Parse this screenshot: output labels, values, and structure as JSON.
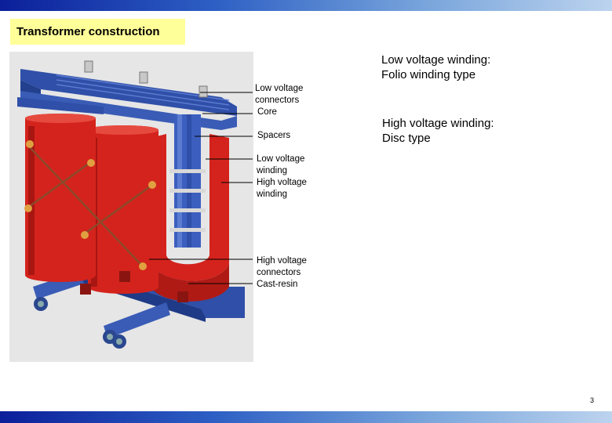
{
  "slide": {
    "title": "Transformer construction",
    "page_number": "3",
    "colors": {
      "title_background": "#ffff99",
      "band_dark": "#0b1f9a",
      "band_light": "#bcd3ee",
      "resin_red": "#d4231c",
      "frame_blue": "#2f4fa8"
    }
  },
  "labels": {
    "lv_connectors": "Low voltage\nconnectors",
    "core": "Core",
    "spacers": "Spacers",
    "lv_winding": "Low voltage\nwinding",
    "hv_winding": "High voltage\nwinding",
    "hv_connectors": "High voltage\nconnectors",
    "cast_resin": "Cast-resin"
  },
  "notes": {
    "lv_winding_type": "Low voltage winding:\nFolio winding type",
    "hv_winding_type": "High voltage winding:\nDisc type"
  },
  "image": {
    "subject": "cast-resin dry-type transformer cutaway",
    "icon": "transformer-illustration"
  }
}
